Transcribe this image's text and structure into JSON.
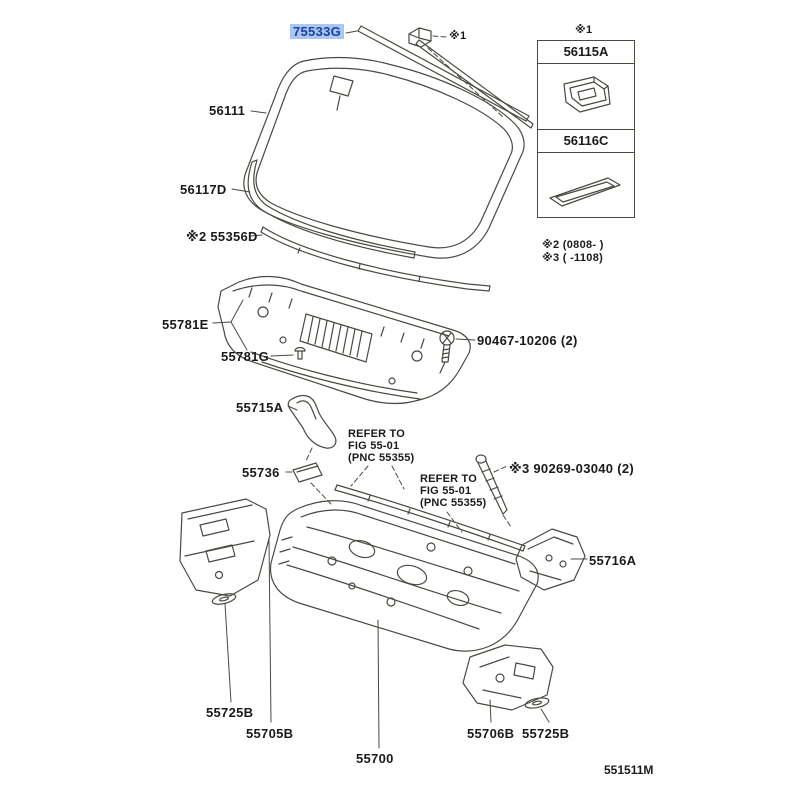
{
  "page": {
    "background": "#ffffff",
    "footer_id": "551511M"
  },
  "colors": {
    "line": "#4a4a42",
    "text": "#1a1a1a",
    "highlight_bg": "#a9c7f2",
    "highlight_text": "#1d3fa0"
  },
  "callouts": {
    "p75533G": "75533G",
    "p56111": "56111",
    "p56117D": "56117D",
    "p55356D": "※2 55356D",
    "p55781E": "55781E",
    "p55781G": "55781G",
    "p90467": "90467-10206 (2)",
    "p55715A": "55715A",
    "p55736": "55736",
    "p90269": "※3 90269-03040 (2)",
    "p55716A": "55716A",
    "p55725B_left": "55725B",
    "p55705B": "55705B",
    "p55700": "55700",
    "p55706B": "55706B",
    "p55725B_right": "55725B"
  },
  "info_box": {
    "ref_mark": "※1",
    "row1_label": "56115A",
    "row2_label": "56116C"
  },
  "annotations": {
    "ref1_clip": "※1",
    "note_line1": "※2 (0808-      )",
    "note_line2": "※3 (      -1108)",
    "refer_fig_1": "REFER TO\nFIG 55-01\n(PNC 55355)",
    "refer_fig_2": "REFER TO\nFIG 55-01\n(PNC 55355)"
  }
}
